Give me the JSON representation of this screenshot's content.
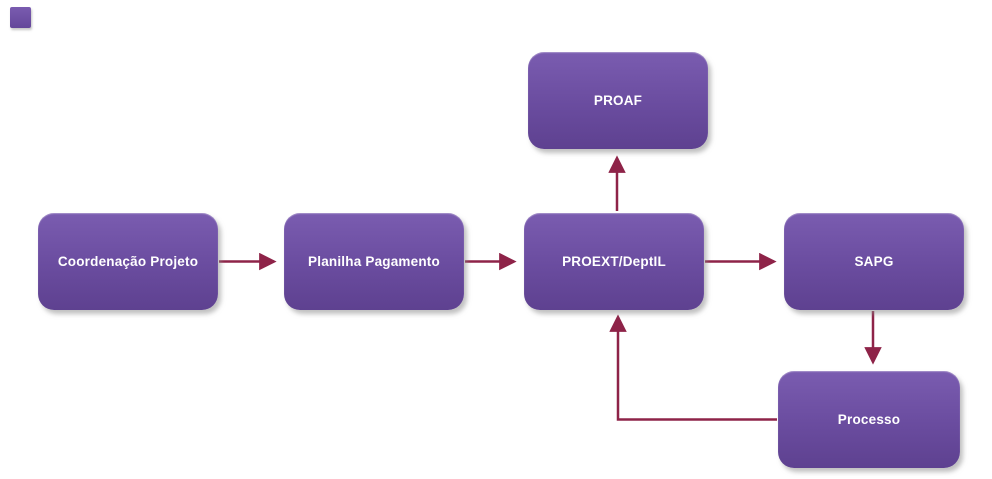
{
  "diagram": {
    "background_color": "#ffffff",
    "node_fill_color": "#6a4c9f",
    "node_text_color": "#ffffff",
    "arrow_color": "#8e2348",
    "nodes": [
      {
        "id": "coordenacao-projeto",
        "label": "Coordenação Projeto"
      },
      {
        "id": "planilha-pagamento",
        "label": "Planilha Pagamento"
      },
      {
        "id": "proext-deptil",
        "label": "PROEXT/DeptIL"
      },
      {
        "id": "proaf",
        "label": "PROAF"
      },
      {
        "id": "sapg",
        "label": "SAPG"
      },
      {
        "id": "processo",
        "label": "Processo"
      }
    ],
    "edges": [
      {
        "from": "Coordenação Projeto",
        "to": "Planilha Pagamento"
      },
      {
        "from": "Planilha Pagamento",
        "to": "PROEXT/DeptIL"
      },
      {
        "from": "PROEXT/DeptIL",
        "to": "PROAF"
      },
      {
        "from": "PROEXT/DeptIL",
        "to": "SAPG"
      },
      {
        "from": "SAPG",
        "to": "Processo"
      },
      {
        "from": "Processo",
        "to": "PROEXT/DeptIL"
      }
    ]
  }
}
